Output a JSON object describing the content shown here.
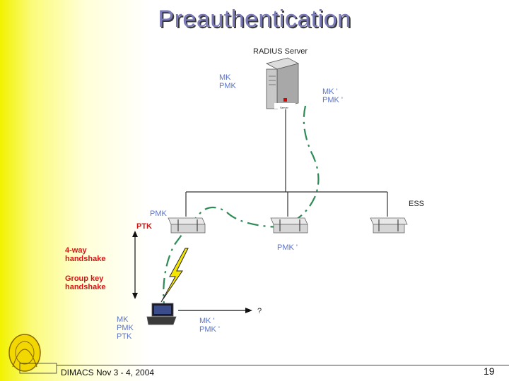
{
  "slide": {
    "title": "Preauthentication",
    "footer": "DIMACS Nov 3 - 4, 2004",
    "page_number": "19"
  },
  "server": {
    "label": "RADIUS Server",
    "sublabel": "Server",
    "keys_left": "MK\nPMK",
    "keys_right": "MK '\nPMK '"
  },
  "aps": {
    "ap1_keys": "PMK",
    "ap1_ptk": "PTK",
    "ap2_keys": "PMK '",
    "ess_label": "ESS"
  },
  "client": {
    "handshake_4way": "4-way\nhandshake",
    "handshake_group": "Group key\nhandshake",
    "keys": "MK\nPMK\nPTK",
    "keys_new": "MK '\nPMK '",
    "question": "?"
  },
  "colors": {
    "title": "#7a7ab8",
    "key_blue": "#5b73c9",
    "key_red": "#d41414",
    "dash_green": "#2e8b57",
    "bolt_yellow": "#f5e600"
  },
  "icons": [
    "server-icon",
    "access-point-icon",
    "laptop-icon",
    "lightning-icon",
    "logo-icon"
  ]
}
